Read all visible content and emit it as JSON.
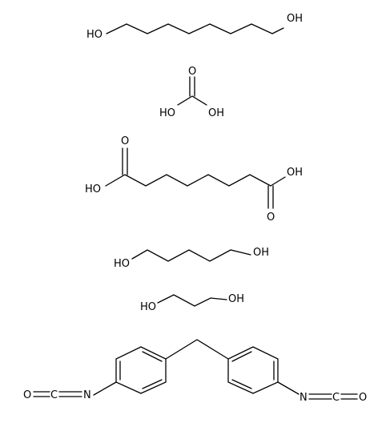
{
  "molecules": [
    {
      "id": "hexanediol",
      "atom_labels": {
        "oh_left": "HO",
        "oh_right": "OH"
      }
    },
    {
      "id": "carbonic_acid",
      "atom_labels": {
        "o_top": "O",
        "oh_left": "HO",
        "oh_right": "OH"
      }
    },
    {
      "id": "adipic_acid",
      "atom_labels": {
        "o_top": "O",
        "oh_left": "HO",
        "oh_right": "OH",
        "o_bottom": "O"
      }
    },
    {
      "id": "butanediol",
      "atom_labels": {
        "oh_left": "HO",
        "oh_right": "OH"
      }
    },
    {
      "id": "ethylene_glycol",
      "atom_labels": {
        "oh_left": "HO",
        "oh_right": "OH"
      }
    },
    {
      "id": "mdi",
      "atom_labels": {
        "o_left": "O",
        "c_left": "C",
        "n_left": "N",
        "n_right": "N",
        "c_right": "C",
        "o_right": "O"
      }
    }
  ]
}
